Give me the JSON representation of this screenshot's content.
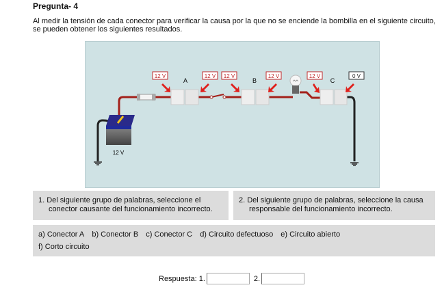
{
  "title": "Pregunta- 4",
  "intro": "Al medir la tensión de cada conector para verificar la causa por la que no se enciende la bombilla en el siguiente circuito, se pueden obtener los siguientes resultados.",
  "diagram": {
    "readings": [
      "12 V",
      "12 V",
      "12 V",
      "12 V",
      "12 V",
      "0 V"
    ],
    "connectors": [
      "A",
      "B",
      "C"
    ],
    "battery_label": "12 V"
  },
  "questions": [
    {
      "line1": "1. Del siguiente grupo de palabras, seleccione el",
      "line2": "conector causante del funcionamiento incorrecto."
    },
    {
      "line1": "2. Del siguiente grupo de palabras, seleccione la causa",
      "line2": "responsable del funcionamiento incorrecto."
    }
  ],
  "options": [
    "a) Conector A",
    "b) Conector B",
    "c) Conector C",
    "d) Circuito defectuoso",
    "e) Circuito abierto",
    "f) Corto circuito"
  ],
  "answer": {
    "label": "Respuesta: 1.",
    "label2": "2.",
    "value1": "",
    "value2": ""
  }
}
